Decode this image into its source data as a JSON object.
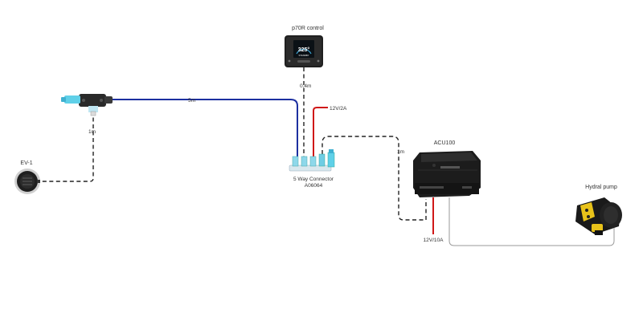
{
  "labels": {
    "p70r": "p70R control",
    "ev1": "EV-1",
    "hydraulic_pump": "Hydral pump",
    "acu100": "ACU100",
    "connector_line1": "5 Way Connector",
    "connector_line2": "A06064"
  },
  "cables": {
    "backbone_5m": "5m",
    "drop_1m_left": "1m",
    "drop_0_4m": "0.4m",
    "drop_1m_acu": "1m",
    "power_12v_2a": "12V/2A",
    "power_12v_10a": "12V/10A"
  },
  "display": {
    "heading_value": "325°",
    "mode": "STANDBY"
  },
  "colors": {
    "backbone_blue": "#1c2fa0",
    "power_red": "#d01818",
    "connector_cyan": "#5fd0e8",
    "device_black": "#1e1e1e",
    "pump_yellow": "#e8c21a"
  }
}
